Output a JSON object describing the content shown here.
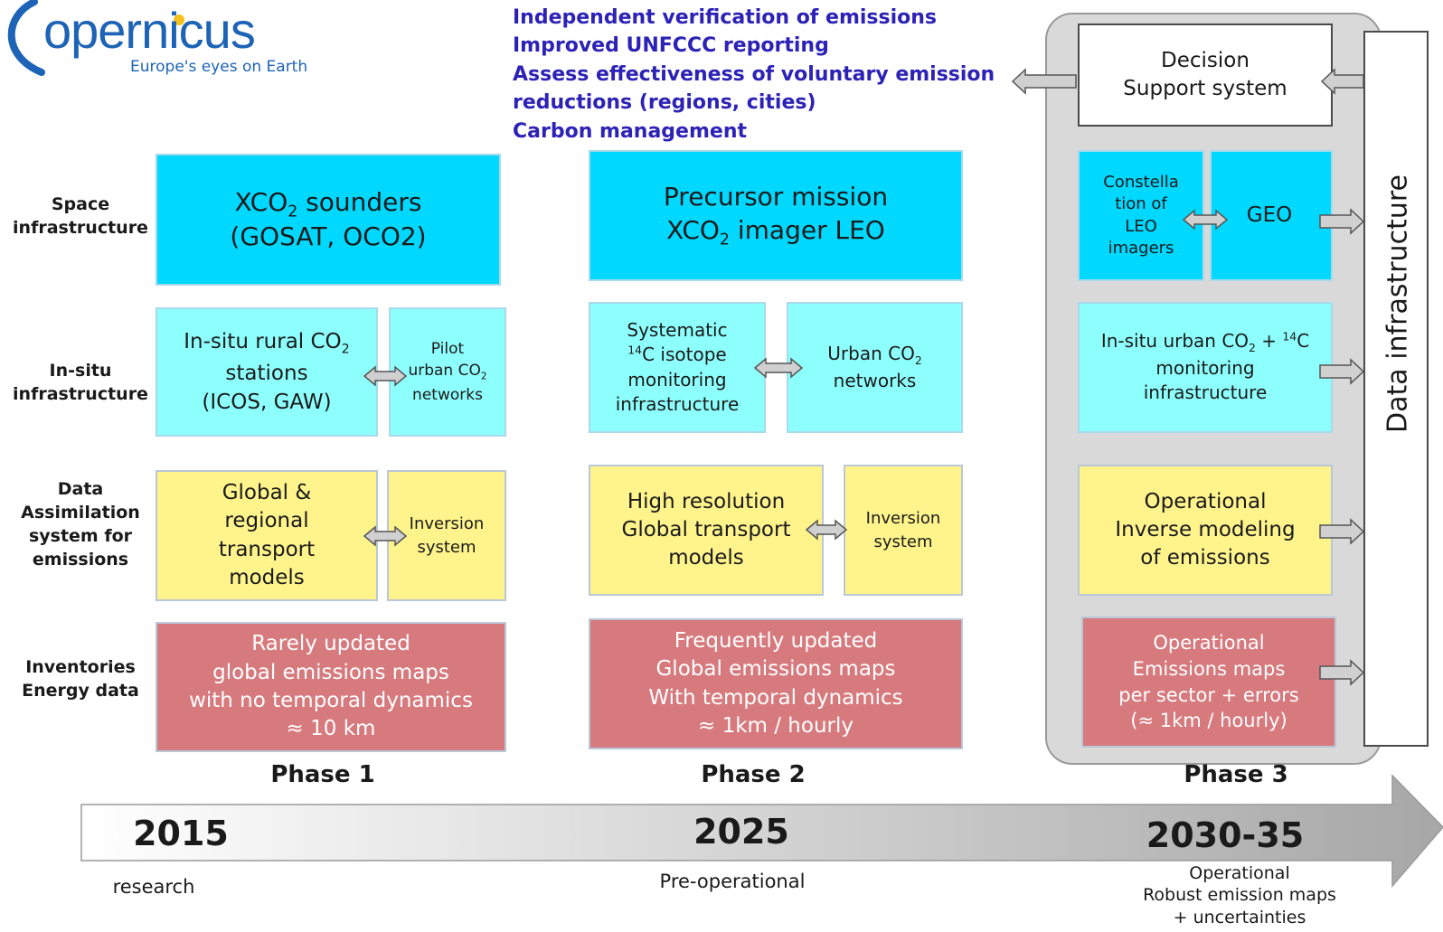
{
  "logo": {
    "brand": "opernicus",
    "tagline": "Europe's eyes on Earth"
  },
  "goals": [
    "Independent verification of emissions",
    "Improved UNFCCC reporting",
    "Assess effectiveness of voluntary emission",
    "reductions (regions, cities)",
    "Carbon management"
  ],
  "row_labels": {
    "space": [
      "Space",
      "infrastructure"
    ],
    "insitu": [
      "In-situ",
      "infrastructure"
    ],
    "assim": [
      "Data",
      "Assimilation",
      "system for",
      "emissions"
    ],
    "inventories": [
      "Inventories",
      "Energy data"
    ]
  },
  "phase1": {
    "space": {
      "pre": "XCO",
      "sub": "2",
      "post": " sounders",
      "line2": "(GOSAT, OCO2)"
    },
    "insitu_main": {
      "pre": "In-situ rural CO",
      "sub": "2",
      "line2": "stations",
      "line3": "(ICOS, GAW)"
    },
    "insitu_pilot": {
      "line1": "Pilot",
      "pre": "urban CO",
      "sub": "2",
      "line3": "networks"
    },
    "assim_main": [
      "Global &",
      "regional",
      "transport",
      "models"
    ],
    "assim_inv": [
      "Inversion",
      "system"
    ],
    "inventory": [
      "Rarely updated",
      "global emissions maps",
      "with no temporal dynamics",
      "≈ 10 km"
    ],
    "phase_label": "Phase 1",
    "year": "2015",
    "sublabel": "research"
  },
  "phase2": {
    "space": {
      "line1": "Precursor mission",
      "pre": "XCO",
      "sub": "2",
      "post": " imager LEO"
    },
    "insitu_main": {
      "line1": "Systematic",
      "sup": "14",
      "post": "C isotope",
      "line3": "monitoring",
      "line4": "infrastructure"
    },
    "insitu_urban": {
      "pre": "Urban CO",
      "sub": "2",
      "line2": "networks"
    },
    "assim_main": [
      "High resolution",
      "Global transport",
      "models"
    ],
    "assim_inv": [
      "Inversion",
      "system"
    ],
    "inventory": [
      "Frequently updated",
      "Global emissions maps",
      "With temporal dynamics",
      "≈ 1km / hourly"
    ],
    "phase_label": "Phase 2",
    "year": "2025",
    "sublabel": "Pre-operational"
  },
  "phase3": {
    "decision": [
      "Decision",
      "Support system"
    ],
    "constellation": [
      "Constella",
      "tion of",
      "LEO",
      "imagers"
    ],
    "geo": "GEO",
    "insitu": {
      "pre": "In-situ urban CO",
      "sub": "2",
      "mid": " + ",
      "sup": "14",
      "post": "C",
      "line2": "monitoring",
      "line3": "infrastructure"
    },
    "assim": [
      "Operational",
      "Inverse modeling",
      "of emissions"
    ],
    "inventory": [
      "Operational",
      "Emissions maps",
      "per sector + errors",
      "(≈ 1km / hourly)"
    ],
    "data_infra": "Data infrastructure",
    "phase_label": "Phase 3",
    "year": "2030-35",
    "sublabel": [
      "Operational",
      "Robust emission maps",
      "+ uncertainties"
    ]
  },
  "colors": {
    "cyan": "#00d8ff",
    "light_cyan": "#8dfffd",
    "yellow": "#fff48c",
    "red": "#d67a7e",
    "goal_text": "#2d22b6",
    "logo_blue": "#1d63b6",
    "panel_gray": "#d9d9d9"
  }
}
